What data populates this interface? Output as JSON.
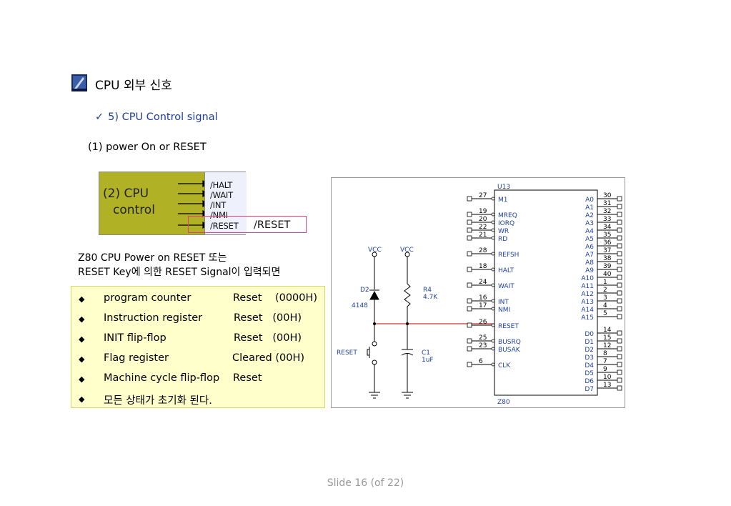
{
  "header": {
    "title": "CPU 외부 신호",
    "subtitle": "5) CPU Control signal",
    "section": "(1) power On or RESET"
  },
  "control_diagram": {
    "label_line1": "(2) CPU",
    "label_line2": "control",
    "signals": [
      "/HALT",
      "/WAIT",
      "/INT",
      "/NMI",
      "/RESET"
    ],
    "callout": "/RESET"
  },
  "description": {
    "line1": "Z80 CPU Power on RESET 또는",
    "line2": "RESET Key에 의한 RESET Signal이 입력되면"
  },
  "reset_effects": [
    {
      "name": "program counter",
      "value": "Reset    (0000H)"
    },
    {
      "name": "Instruction register",
      "value": "Reset   (00H)"
    },
    {
      "name": "INIT flip-flop",
      "value": "Reset   (00H)"
    },
    {
      "name": "Flag register",
      "value": "Cleared (00H)"
    },
    {
      "name": "Machine cycle flip-flop",
      "value": "Reset"
    },
    {
      "name": "모든 상태가 초기화 된다.",
      "value": ""
    }
  ],
  "schematic": {
    "chip_name": "U13",
    "chip_part": "Z80",
    "left_pins": [
      {
        "num": "27",
        "name": "M1"
      },
      {
        "num": "19",
        "name": "MREQ"
      },
      {
        "num": "20",
        "name": "IORQ"
      },
      {
        "num": "22",
        "name": "WR"
      },
      {
        "num": "21",
        "name": "RD"
      },
      {
        "num": "28",
        "name": "REFSH"
      },
      {
        "num": "18",
        "name": "HALT"
      },
      {
        "num": "24",
        "name": "WAIT"
      },
      {
        "num": "16",
        "name": "INT"
      },
      {
        "num": "17",
        "name": "NMI"
      },
      {
        "num": "26",
        "name": "RESET"
      },
      {
        "num": "25",
        "name": "BUSRQ"
      },
      {
        "num": "23",
        "name": "BUSAK"
      },
      {
        "num": "6",
        "name": "CLK"
      }
    ],
    "address_pins": [
      {
        "name": "A0",
        "num": "30"
      },
      {
        "name": "A1",
        "num": "31"
      },
      {
        "name": "A2",
        "num": "32"
      },
      {
        "name": "A3",
        "num": "33"
      },
      {
        "name": "A4",
        "num": "34"
      },
      {
        "name": "A5",
        "num": "35"
      },
      {
        "name": "A6",
        "num": "36"
      },
      {
        "name": "A7",
        "num": "37"
      },
      {
        "name": "A8",
        "num": "38"
      },
      {
        "name": "A9",
        "num": "39"
      },
      {
        "name": "A10",
        "num": "40"
      },
      {
        "name": "A11",
        "num": "1"
      },
      {
        "name": "A12",
        "num": "2"
      },
      {
        "name": "A13",
        "num": "3"
      },
      {
        "name": "A14",
        "num": "4"
      },
      {
        "name": "A15",
        "num": "5"
      }
    ],
    "data_pins": [
      {
        "name": "D0",
        "num": "14"
      },
      {
        "name": "D1",
        "num": "15"
      },
      {
        "name": "D2",
        "num": "12"
      },
      {
        "name": "D3",
        "num": "8"
      },
      {
        "name": "D4",
        "num": "7"
      },
      {
        "name": "D5",
        "num": "9"
      },
      {
        "name": "D6",
        "num": "10"
      },
      {
        "name": "D7",
        "num": "13"
      }
    ],
    "vcc1": "VCC",
    "vcc2": "VCC",
    "diode_ref": "D2",
    "diode_part": "4148",
    "resistor_ref": "R4",
    "resistor_value": "4.7K",
    "cap_ref": "C1",
    "cap_value": "1uF",
    "switch_label": "RESET"
  },
  "footer": "Slide  16 (of  22)"
}
